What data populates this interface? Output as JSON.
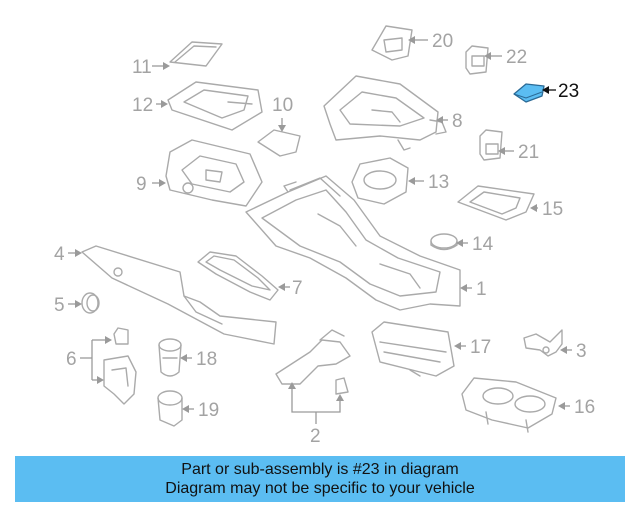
{
  "callouts": {
    "p1": "1",
    "p2": "2",
    "p3": "3",
    "p4": "4",
    "p5": "5",
    "p6": "6",
    "p7": "7",
    "p8": "8",
    "p9": "9",
    "p10": "10",
    "p11": "11",
    "p12": "12",
    "p13": "13",
    "p14": "14",
    "p15": "15",
    "p16": "16",
    "p17": "17",
    "p18": "18",
    "p19": "19",
    "p20": "20",
    "p21": "21",
    "p22": "22",
    "p23": "23"
  },
  "highlight": {
    "part": "23",
    "color": "#5bbdf2"
  },
  "banner": {
    "line1": "Part or sub-assembly is #23 in diagram",
    "line2": "Diagram may not be specific to your vehicle",
    "background": "#5bbdf2"
  }
}
